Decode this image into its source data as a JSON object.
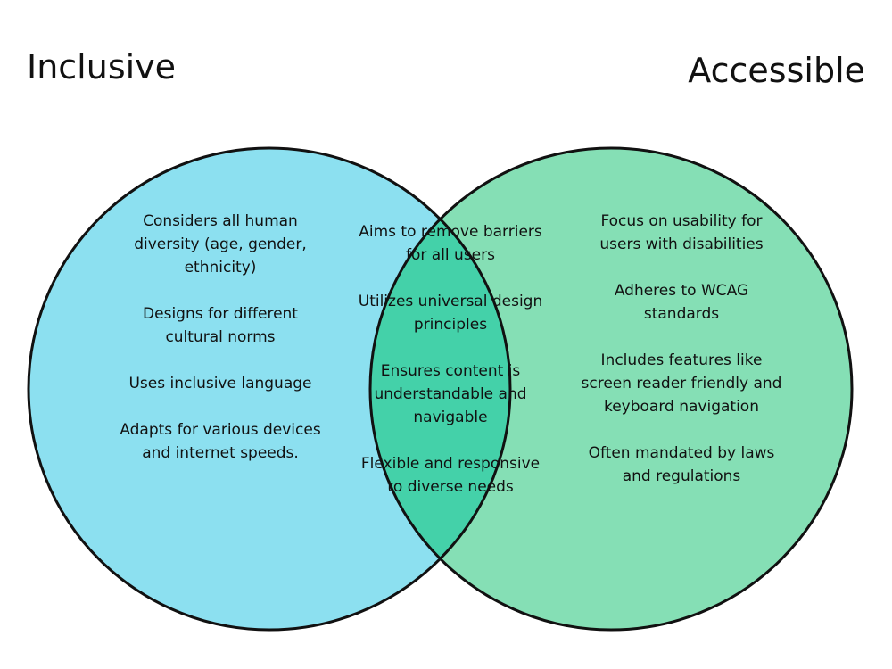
{
  "sets": {
    "left": {
      "title": "Inclusive",
      "color": "#8ce0f0"
    },
    "right": {
      "title": "Accessible",
      "color": "#85dfb5"
    },
    "overlap": {
      "color": "#44d1a9"
    },
    "outline_color": "#111111"
  },
  "regions": {
    "left": [
      "Considers all human diversity (age, gender, ethnicity)",
      "Designs for different cultural norms",
      "Uses inclusive language",
      "Adapts for various devices and internet speeds."
    ],
    "middle": [
      "Aims to remove barriers for all users",
      "Utilizes universal design principles",
      "Ensures content is understandable and navigable",
      "Flexible and responsive to diverse needs"
    ],
    "right": [
      "Focus on usability for users with disabilities",
      "Adheres to WCAG standards",
      "Includes features like screen reader friendly and keyboard navigation",
      "Often mandated by laws and regulations"
    ]
  }
}
